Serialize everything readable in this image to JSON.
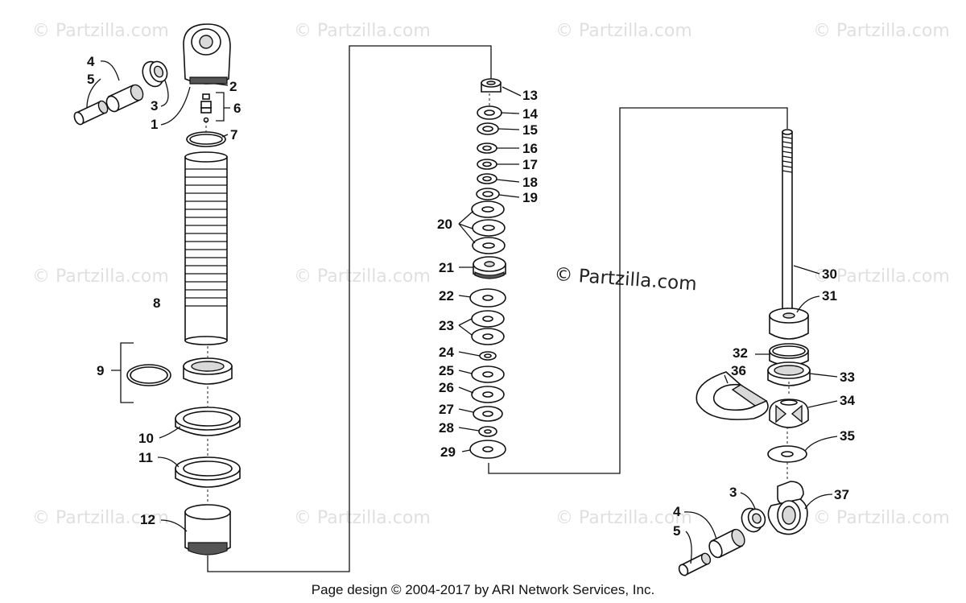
{
  "watermark": "© Partzilla.com",
  "center_watermark": "© Partzilla.com",
  "footer": "Page design © 2004-2017 by ARI Network Services, Inc.",
  "callouts": {
    "p1": "1",
    "p2": "2",
    "p3": "3",
    "p4": "4",
    "p5": "5",
    "p6": "6",
    "p7": "7",
    "p8": "8",
    "p9": "9",
    "p10": "10",
    "p11": "11",
    "p12": "12",
    "p13": "13",
    "p14": "14",
    "p15": "15",
    "p16": "16",
    "p17": "17",
    "p18": "18",
    "p19": "19",
    "p20": "20",
    "p21": "21",
    "p22": "22",
    "p23": "23",
    "p24": "24",
    "p25": "25",
    "p26": "26",
    "p27": "27",
    "p28": "28",
    "p29": "29",
    "p30": "30",
    "p31": "31",
    "p32": "32",
    "p33": "33",
    "p34": "34",
    "p35": "35",
    "p36": "36",
    "p37": "37",
    "p3b": "3",
    "p4b": "4",
    "p5b": "5"
  }
}
